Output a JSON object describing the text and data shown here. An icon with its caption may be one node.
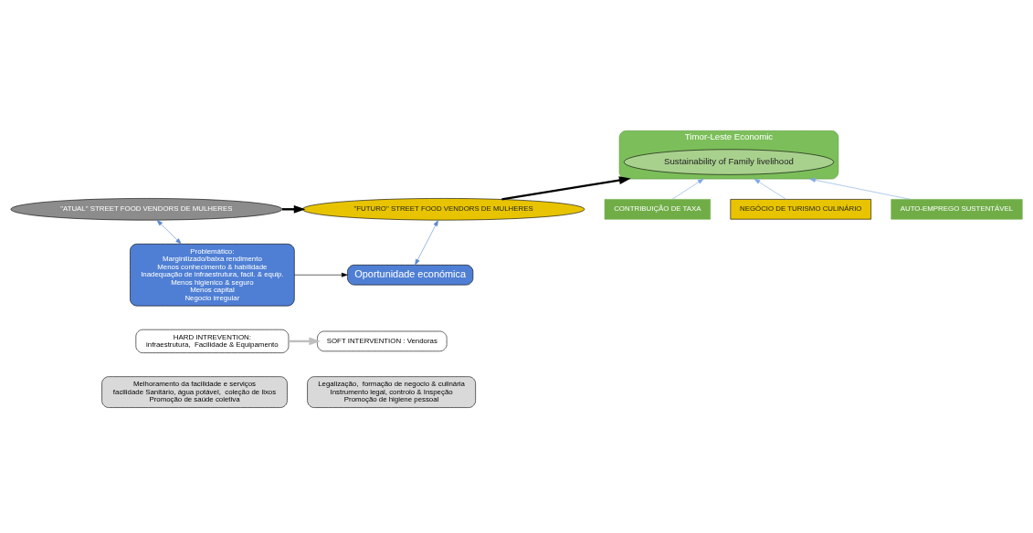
{
  "diagram": {
    "nodes": [
      {
        "text": [
          "\"ATUAL\" STREET FOOD VENDORS DE MULHERES"
        ]
      },
      {
        "text": [
          "\"FUTURO\" STREET FOOD VENDORS DE MULHERES"
        ]
      },
      {
        "text": [
          "Timor-Leste Economic"
        ]
      },
      {
        "text": [
          "Sustainability of Family livelihood"
        ],
        "in": 2
      },
      {
        "text": [
          "Problemático:",
          "Marginilizado/baixa rendimento",
          "Menos conhecimento & habilidade",
          "Inadequação de infraestrutura, facil. & equip.",
          "Menos higienico & seguro",
          "Menos capital",
          "Negocio irregular"
        ]
      },
      {
        "text": [
          "Oportunidade económica"
        ]
      },
      {
        "text": [
          "HARD INTREVENTION:",
          "infraestrutura,  Facilidade & Equipamento"
        ]
      },
      {
        "text": [
          "Melhoramento da facilidade e serviços",
          "facilidade Sanitário, água potável,  coleção de lixos",
          "Promoção de saúde coletiva"
        ]
      },
      {
        "text": [
          "SOFT INTERVENTION : Vendoras"
        ]
      },
      {
        "text": [
          "Legalização,  formação de negocio & culinária",
          "Instrumento legal, controlo & Inspeção",
          "Promoção de higiene pessoal"
        ]
      },
      {
        "text": [
          "CONTRIBUIÇÃO DE TAXA"
        ]
      },
      {
        "text": [
          "NEGÓCIO DE TURISMO CULINÁRIO"
        ]
      },
      {
        "text": [
          "AUTO-EMPREGO SUSTENTÁVEL"
        ]
      }
    ],
    "edges": [
      {
        "from": 0,
        "to": 1,
        "arrow": "to",
        "style": "thick"
      },
      {
        "from": 1,
        "to": 2,
        "arrow": "to",
        "style": "thick"
      },
      {
        "from": 0,
        "to": 4,
        "arrow": "both",
        "color": "#5b87d0"
      },
      {
        "from": 1,
        "to": 5,
        "arrow": "both",
        "color": "#5b87d0"
      },
      {
        "from": 4,
        "to": 5,
        "arrow": "to"
      },
      {
        "from": 6,
        "to": 8,
        "arrow": "to",
        "style": "thick",
        "color": "#bfbfbf"
      },
      {
        "from": 10,
        "to": 2,
        "arrow": "to",
        "color": "#7fa7e0"
      },
      {
        "from": 11,
        "to": 2,
        "arrow": "to",
        "color": "#7fa7e0"
      },
      {
        "from": 12,
        "to": 2,
        "arrow": "to",
        "color": "#7fa7e0"
      }
    ]
  }
}
